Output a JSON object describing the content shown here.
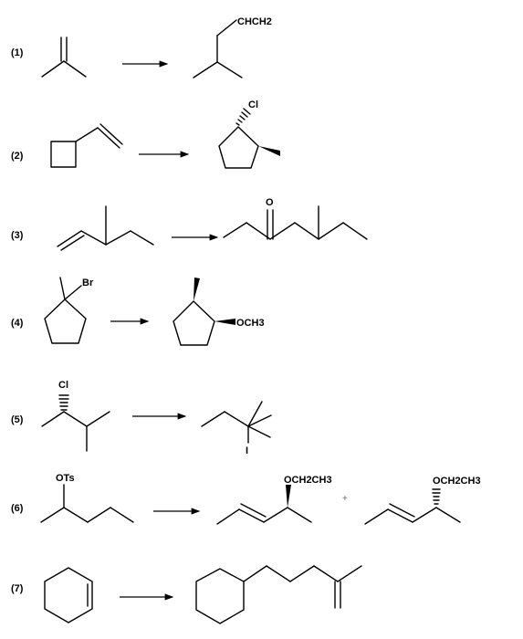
{
  "reactions": [
    {
      "number": "(1)",
      "product_labels": [
        "CHCH2"
      ]
    },
    {
      "number": "(2)",
      "product_labels": [
        "Cl"
      ]
    },
    {
      "number": "(3)",
      "product_labels": [
        "O"
      ]
    },
    {
      "number": "(4)",
      "reactant_labels": [
        "Br"
      ],
      "product_labels": [
        "OCH3"
      ]
    },
    {
      "number": "(5)",
      "reactant_labels": [
        "Cl"
      ],
      "product_labels": [
        "I"
      ]
    },
    {
      "number": "(6)",
      "reactant_labels": [
        "OTs"
      ],
      "product_labels": [
        "OCH2CH3",
        "OCH2CH3"
      ],
      "separator": "+"
    },
    {
      "number": "(7)"
    }
  ]
}
